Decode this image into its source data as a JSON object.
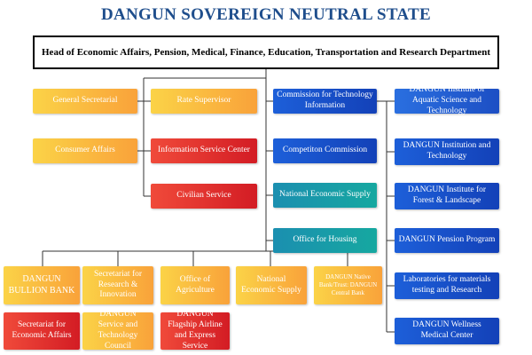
{
  "title": "DANGUN SOVEREIGN NEUTRAL STATE",
  "head": "Head of Economic Affairs, Pension, Medical, Finance, Education, Transportation and Research Department",
  "nodes": {
    "general_secretarial": "General Secretarial",
    "rate_supervisor": "Rate Supervisor",
    "consumer_affairs": "Consumer Affairs",
    "information_service_center": "Information Service Center",
    "civilian_service": "Civilian Service",
    "commission_technology": "Commission for Technology Information",
    "competition_commission": "Competiton Commission",
    "national_economic_supply_mid": "National Economic Supply",
    "office_housing": "Office for Housing",
    "institute_aquatic": "DANGUN Institute of Aquatic Science and Technology",
    "institution_technology": "DANGUN Institution and Technology",
    "institute_forest": "DANGUN Institute for Forest & Landscape",
    "pension_program": "DANGUN Pension Program",
    "laboratories": "Laboratories for materials testing and Research",
    "wellness_center": "DANGUN Wellness Medical Center",
    "bullion_bank": "DANGUN BULLION BANK",
    "secretariat_research": "Secretariat for Research & Innovation",
    "office_agriculture": "Office of Agriculture",
    "national_economic_supply_bottom": "National Economic Supply",
    "native_bank": "DANGUN Native Bank/Trust: DANGUN Central Bank",
    "secretariat_economic": "Secretariat for Economic Affairs",
    "service_technology_council": "DANGUN Service and Technology Council",
    "flagship_airline": "DANGUN Flagship Airline and Express Service"
  },
  "colors": {
    "title": "#1f4e8c",
    "yellow": "#fbd347",
    "orange": "#f9a23a",
    "red": "#e32c2c",
    "blue": "#1d5fd9",
    "teal": "#16a8a0"
  }
}
